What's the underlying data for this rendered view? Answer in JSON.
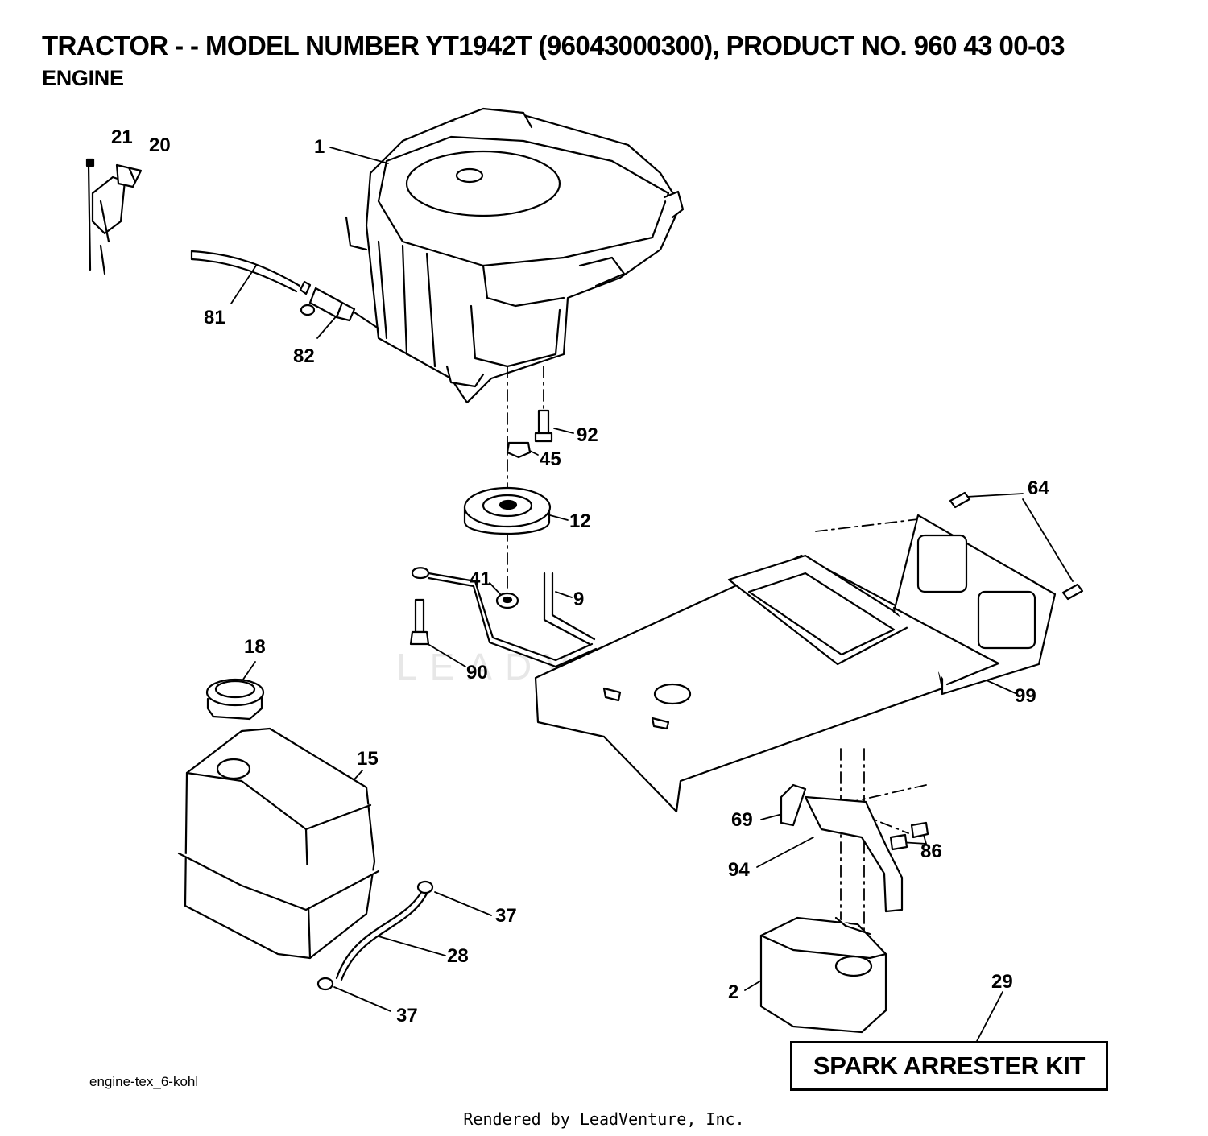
{
  "header": {
    "title": "TRACTOR - - MODEL NUMBER YT1942T (96043000300), PRODUCT NO. 960 43 00-03",
    "subtitle": "ENGINE"
  },
  "watermark": "LEADVENTURE",
  "diagram_code": "engine-tex_6-kohl",
  "footer": "Rendered by LeadVenture, Inc.",
  "kit_label": "SPARK ARRESTER KIT",
  "callouts": {
    "c1": "1",
    "c20": "20",
    "c21": "21",
    "c81": "81",
    "c82": "82",
    "c92": "92",
    "c45": "45",
    "c12": "12",
    "c41": "41",
    "c9": "9",
    "c90": "90",
    "c64": "64",
    "c99": "99",
    "c18": "18",
    "c15": "15",
    "c69": "69",
    "c94": "94",
    "c86": "86",
    "c37a": "37",
    "c28": "28",
    "c37b": "37",
    "c2": "2",
    "c29": "29"
  }
}
